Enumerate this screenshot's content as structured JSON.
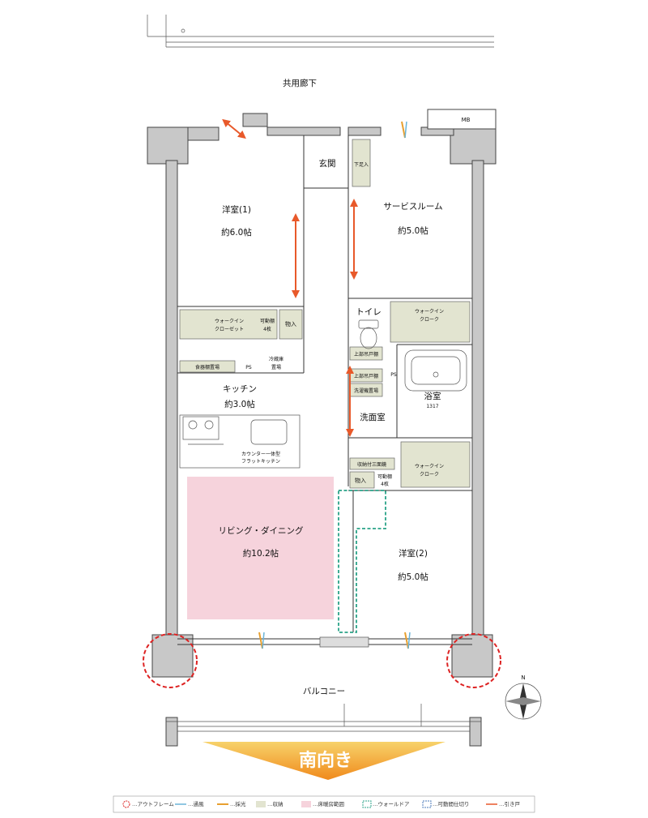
{
  "rooms": {
    "common_corridor": "共用廊下",
    "mb": "MB",
    "entrance": "玄関",
    "shoe_box": "下足入",
    "western1_name": "洋室(1)",
    "western1_size": "約6.0帖",
    "service_room_name": "サービスルーム",
    "service_room_size": "約5.0帖",
    "toilet": "トイレ",
    "walkin1_line1": "ウォークイン",
    "walkin1_line2": "クローゼット",
    "movable_shelf1_a": "可動棚",
    "movable_shelf1_b": "4枚",
    "storage1": "物入",
    "walkin_service_line1": "ウォークイン",
    "walkin_service_line2": "クローク",
    "fridge": "冷蔵庫",
    "fridge2": "置場",
    "food_storage": "食器棚置場",
    "ps1": "PS",
    "ps2": "PS",
    "upper_shelf1": "上部吊戸棚",
    "upper_shelf2": "上部吊戸棚",
    "washer": "洗濯機置場",
    "bath_name": "浴室",
    "bath_size": "1317",
    "kitchen_name": "キッチン",
    "kitchen_size": "約3.0帖",
    "washroom": "洗面室",
    "counter_line1": "カウンター一体型",
    "counter_line2": "フラットキッチン",
    "storage_unit": "収納付三面鏡",
    "storage2": "物入",
    "movable_shelf2_a": "可動棚",
    "movable_shelf2_b": "4枚",
    "walkin2_line1": "ウォークイン",
    "walkin2_line2": "クローク",
    "living_name": "リビング・ダイニング",
    "living_size": "約10.2帖",
    "western2_name": "洋室(2)",
    "western2_size": "約5.0帖",
    "balcony": "バルコニー",
    "compass_n": "N"
  },
  "orientation": {
    "label": "南向き"
  },
  "legend": [
    {
      "icon": "outframe",
      "text": "…アウトフレーム"
    },
    {
      "icon": "ventilation",
      "text": "…通風"
    },
    {
      "icon": "lighting",
      "text": "…採光"
    },
    {
      "icon": "storage",
      "text": "…収納"
    },
    {
      "icon": "floorheating",
      "text": "…床暖房範囲"
    },
    {
      "icon": "walkdoor",
      "text": "…ウォールドア"
    },
    {
      "icon": "movable",
      "text": "…可動間仕切り"
    },
    {
      "icon": "sliding",
      "text": "…引き戸"
    }
  ],
  "colors": {
    "floor_heating": "#f6d3dc",
    "storage": "#e2e4d0",
    "outframe": "#dd2222",
    "walkdoor": "#2aa388",
    "sliding_arrow": "#e8592a",
    "south_banner": "#f5a623"
  }
}
